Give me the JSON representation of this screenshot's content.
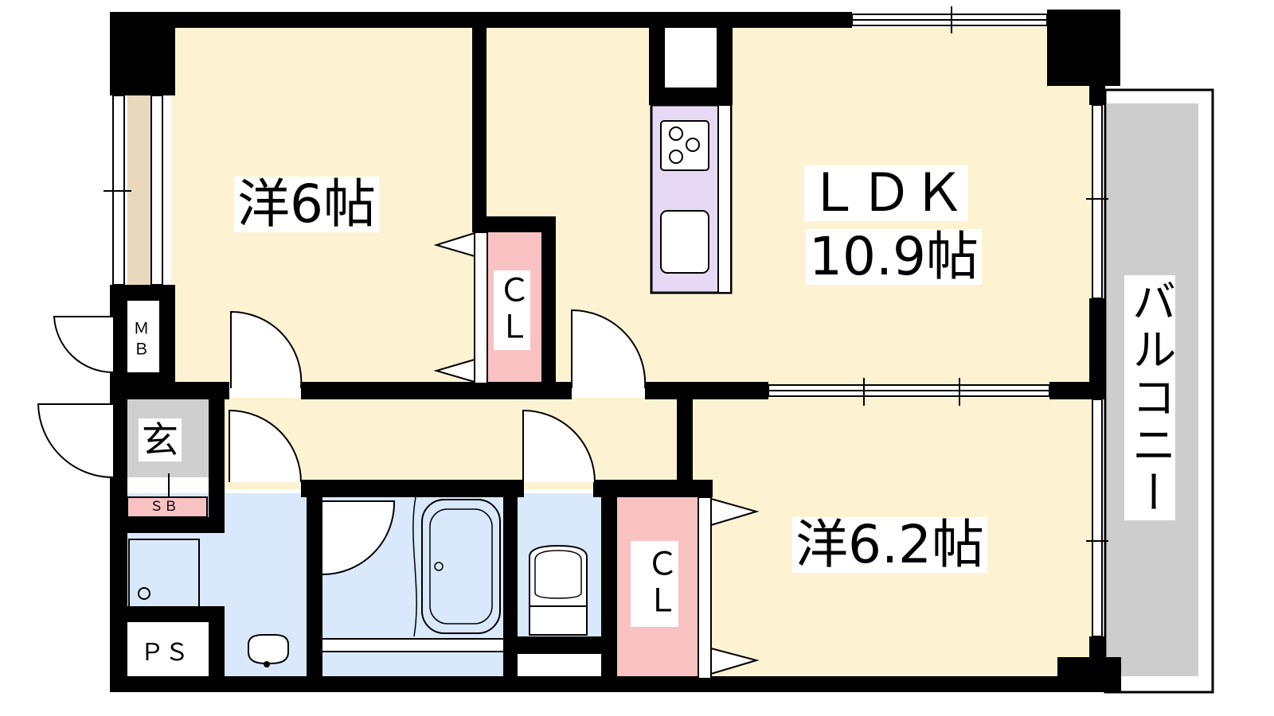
{
  "rooms": {
    "western_north": "洋6帖",
    "ldk_title": "ＬＤＫ",
    "ldk_size": "10.9帖",
    "western_south": "洋6.2帖",
    "closet_1": "Ｃ\nＬ",
    "closet_2": "Ｃ\nＬ",
    "genkan": "玄",
    "mb": "Ｍ\nＢ",
    "sb": "ＳＢ",
    "ps": "ＰＳ",
    "balcony": "バルコニー"
  },
  "colors": {
    "room": "#fdf3d3",
    "wet": "#d9e8fb",
    "closet": "#f9c2c2",
    "kitchen": "#e6d9f3",
    "balcony": "#cdcdcd",
    "entry": "#cfcfcf",
    "wall": "#000000",
    "shoe_box": "#f9c2c2",
    "window_pane": "#ead8bd"
  }
}
